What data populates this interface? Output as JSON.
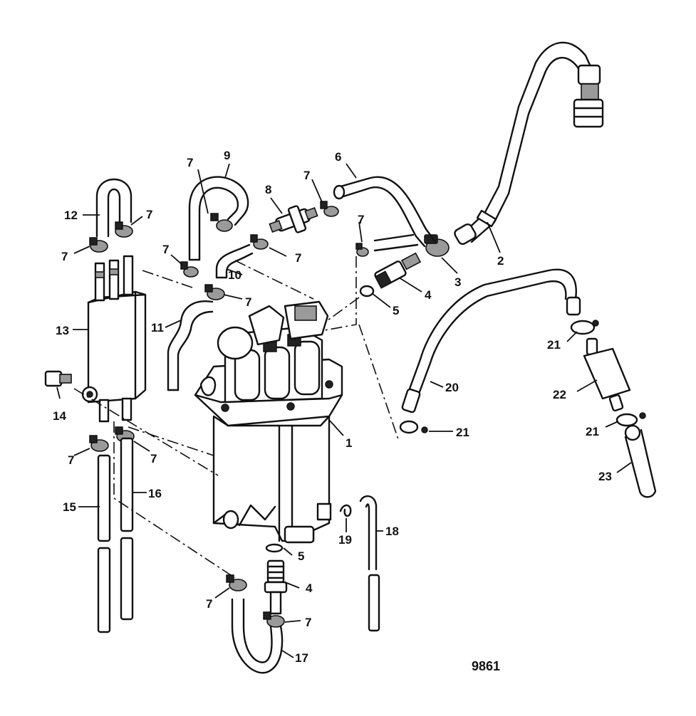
{
  "figure_number": "9861",
  "callouts": {
    "c1": "1",
    "c2": "2",
    "c3": "3",
    "c4a": "4",
    "c4b": "4",
    "c5a": "5",
    "c5b": "5",
    "c6": "6",
    "c7a": "7",
    "c7b": "7",
    "c7c": "7",
    "c7d": "7",
    "c7e": "7",
    "c7f": "7",
    "c7g": "7",
    "c7h": "7",
    "c7i": "7",
    "c7j": "7",
    "c7k": "7",
    "c7l": "7",
    "c8": "8",
    "c9": "9",
    "c10": "10",
    "c11": "11",
    "c12": "12",
    "c13": "13",
    "c14": "14",
    "c15": "15",
    "c16": "16",
    "c17": "17",
    "c18": "18",
    "c19": "19",
    "c20": "20",
    "c21a": "21",
    "c21b": "21",
    "c21c": "21",
    "c22": "22",
    "c23": "23"
  }
}
